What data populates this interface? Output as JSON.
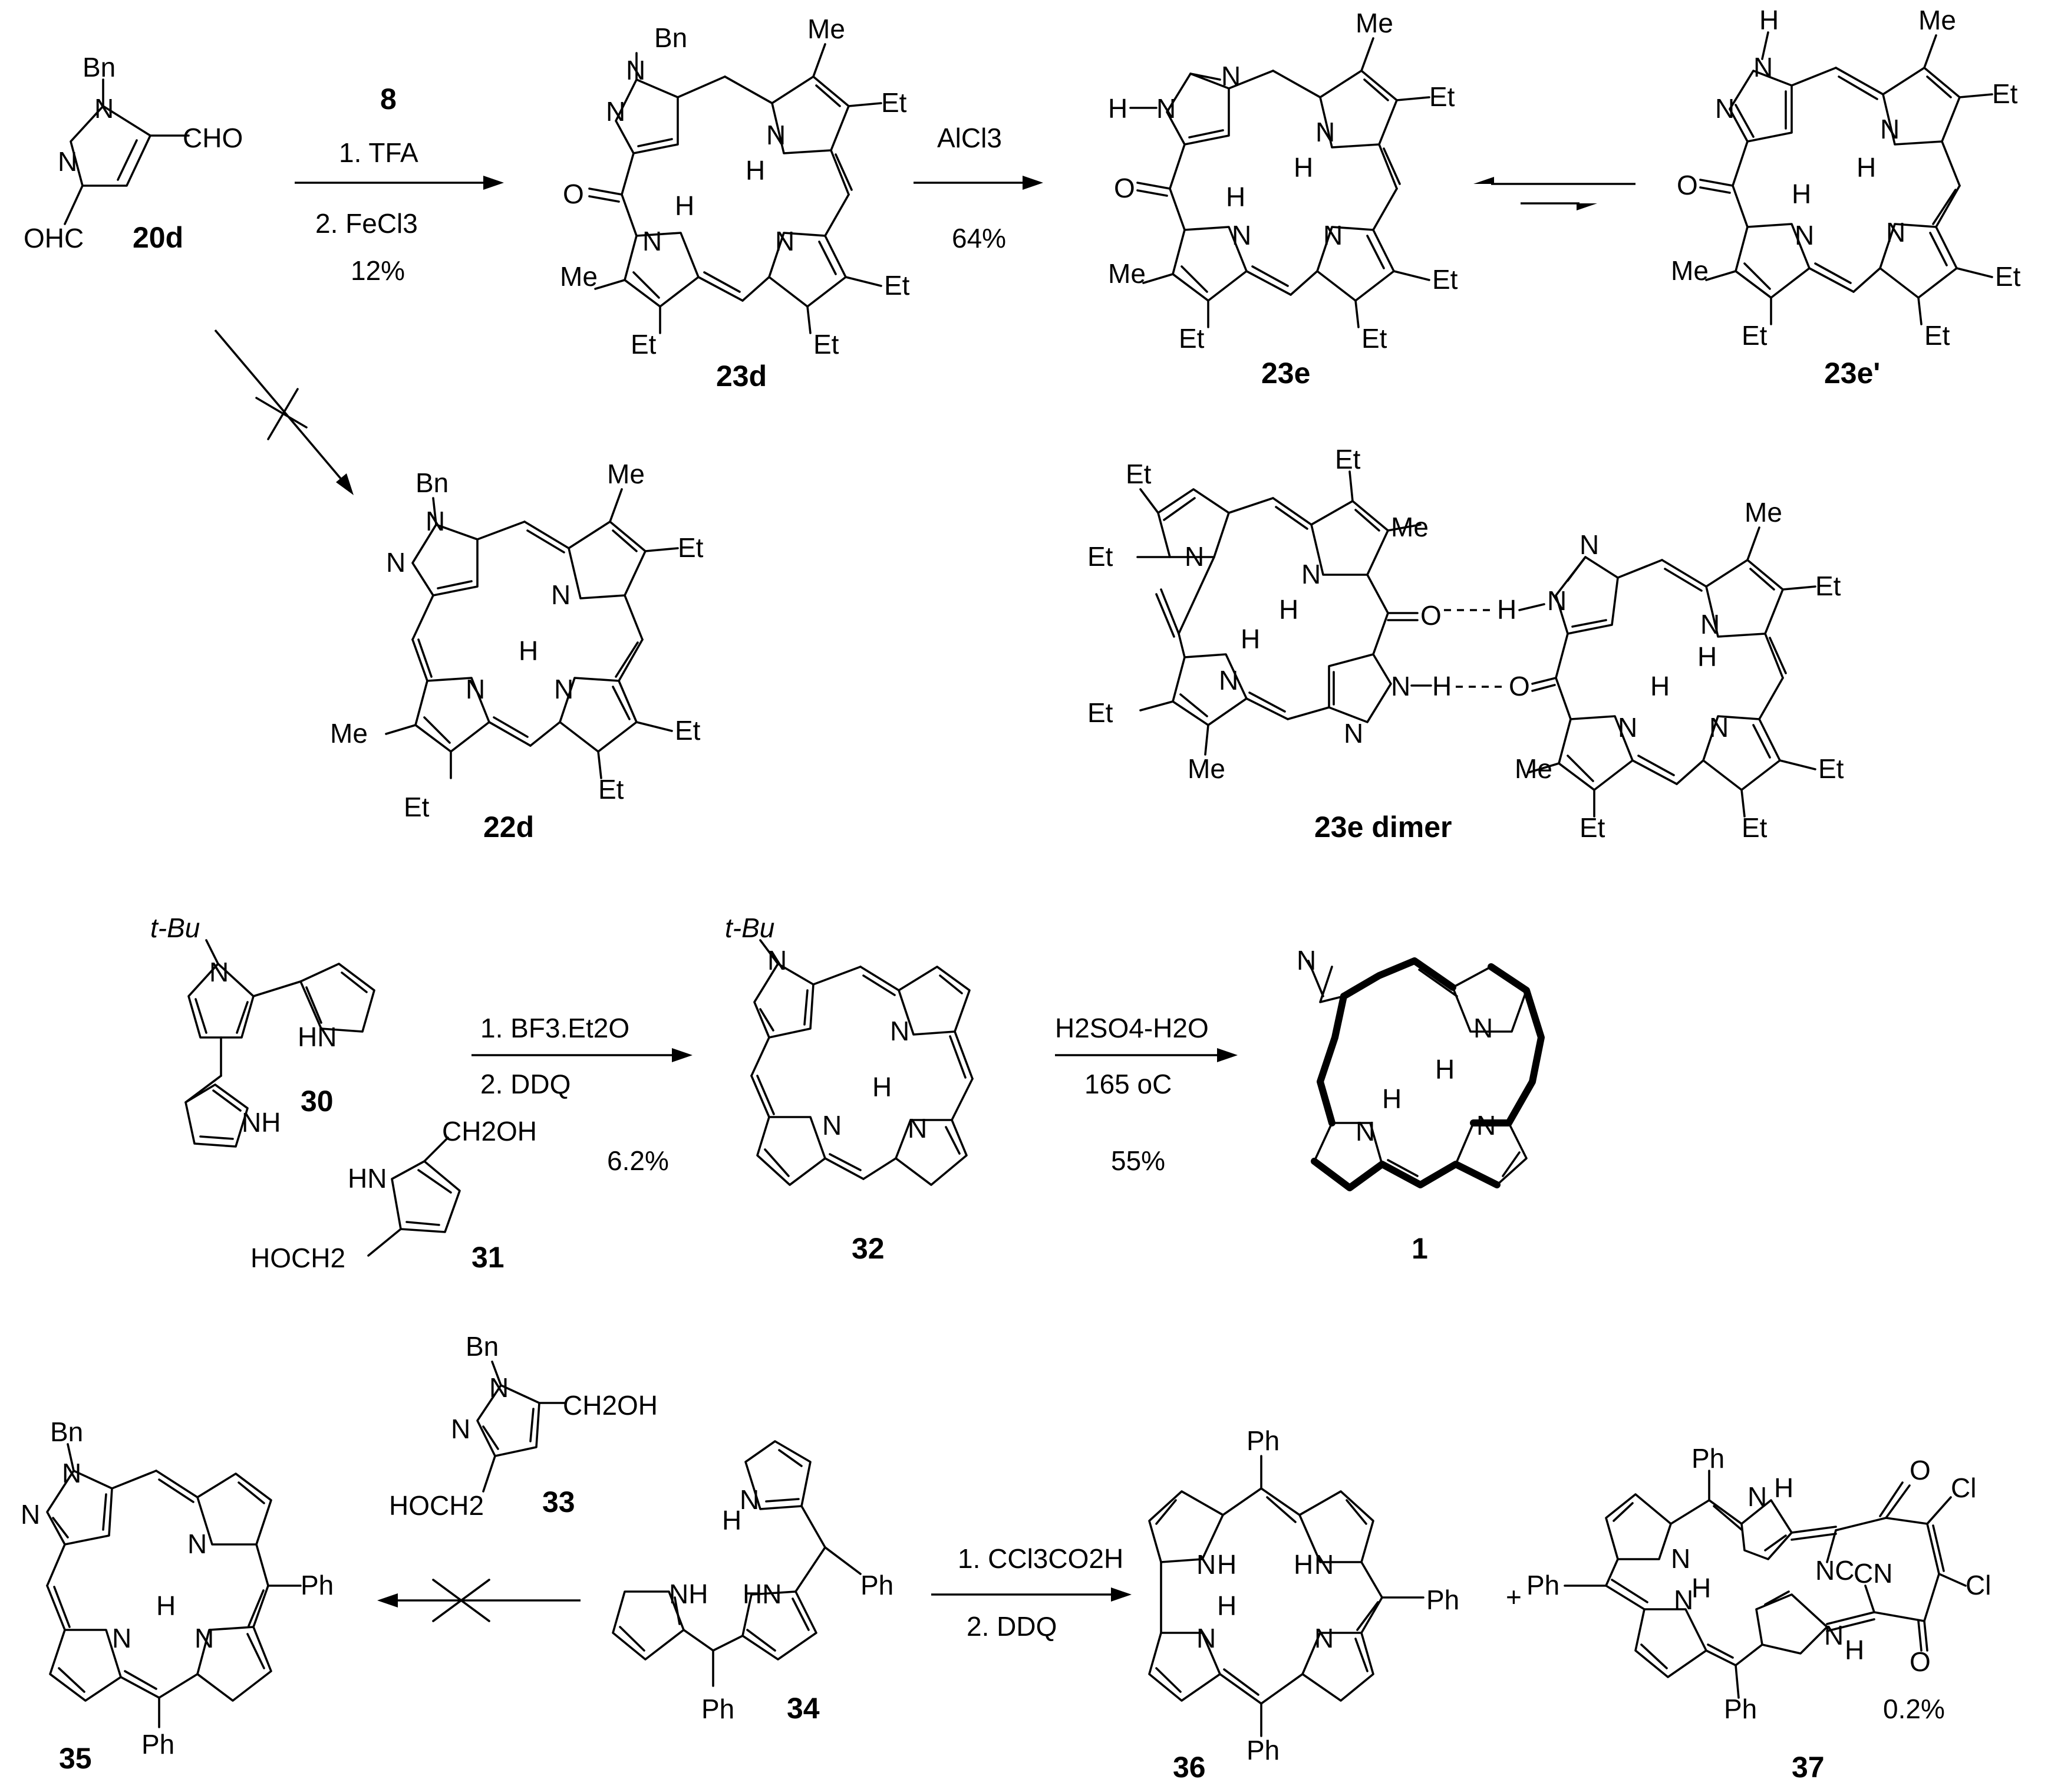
{
  "compounds": {
    "c20d": {
      "number": "20d",
      "bn": "Bn",
      "n1": "N",
      "n2": "N",
      "cho": "CHO",
      "ohc": "OHC"
    },
    "c23d": {
      "number": "23d"
    },
    "c23e": {
      "number": "23e"
    },
    "c23e_prime": {
      "number": "23e'"
    },
    "c22d": {
      "number": "22d"
    },
    "c23e_dimer": {
      "number": "23e dimer"
    },
    "c30": {
      "number": "30"
    },
    "c31": {
      "number": "31"
    },
    "c32": {
      "number": "32"
    },
    "c1": {
      "number": "1"
    },
    "c33": {
      "number": "33"
    },
    "c34": {
      "number": "34"
    },
    "c35": {
      "number": "35"
    },
    "c36": {
      "number": "36"
    },
    "c37": {
      "number": "37"
    }
  },
  "atoms": {
    "N": "N",
    "H": "H",
    "O": "O",
    "NH": "NH",
    "HN": "HN",
    "Bn": "Bn",
    "Me": "Me",
    "Et": "Et",
    "Ph": "Ph",
    "tBu": "t-Bu",
    "CH2OH": "CH2OH",
    "HOCH2": "HOCH2",
    "NC": "NC",
    "CN": "CN",
    "Cl": "Cl",
    "CN_ring": "CN"
  },
  "reactions": {
    "r1": {
      "reagent": "8",
      "step1": "1. TFA",
      "step2": "2. FeCl3",
      "yield": "12%"
    },
    "r2": {
      "reagent": "AlCl3",
      "yield": "64%"
    },
    "r4": {
      "step1": "1. BF3.Et2O",
      "step2": "2. DDQ",
      "yield": "6.2%"
    },
    "r5": {
      "reagent": "H2SO4-H2O",
      "temp": "165 oC",
      "yield": "55%"
    },
    "r6": {
      "step1": "1. CCl3CO2H",
      "step2": "2. DDQ"
    },
    "r7": {
      "plus": "+",
      "yield": "0.2%"
    }
  }
}
